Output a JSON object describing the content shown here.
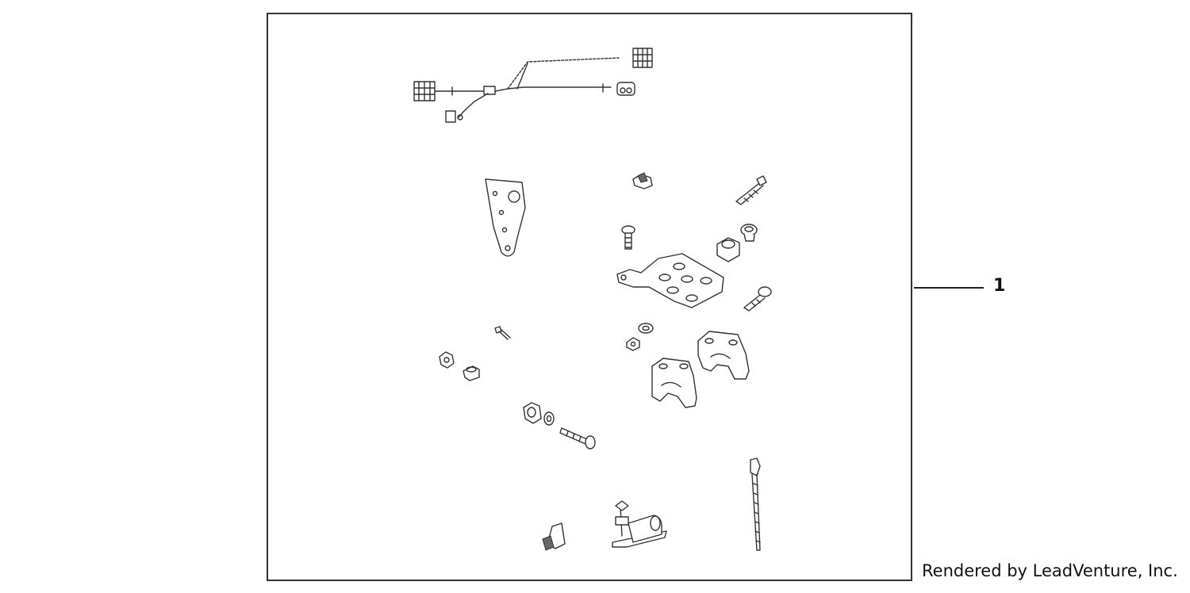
{
  "callout": {
    "number": "1"
  },
  "credit": {
    "text": "Rendered by LeadVenture, Inc."
  },
  "colors": {
    "line": "#333333",
    "background": "#ffffff"
  },
  "parts": [
    {
      "name": "wire-harness"
    },
    {
      "name": "mounting-plate"
    },
    {
      "name": "clip"
    },
    {
      "name": "long-screw"
    },
    {
      "name": "short-bolt"
    },
    {
      "name": "collar"
    },
    {
      "name": "spacer"
    },
    {
      "name": "bracket-plate"
    },
    {
      "name": "bolt"
    },
    {
      "name": "small-screw"
    },
    {
      "name": "nut"
    },
    {
      "name": "rubber-mount"
    },
    {
      "name": "washer"
    },
    {
      "name": "nut-small"
    },
    {
      "name": "clamp-holder-left"
    },
    {
      "name": "clamp-holder-right"
    },
    {
      "name": "grommet"
    },
    {
      "name": "flat-washer"
    },
    {
      "name": "flange-bolt"
    },
    {
      "name": "cable-tie"
    },
    {
      "name": "connector-clip"
    },
    {
      "name": "switch-unit"
    }
  ]
}
